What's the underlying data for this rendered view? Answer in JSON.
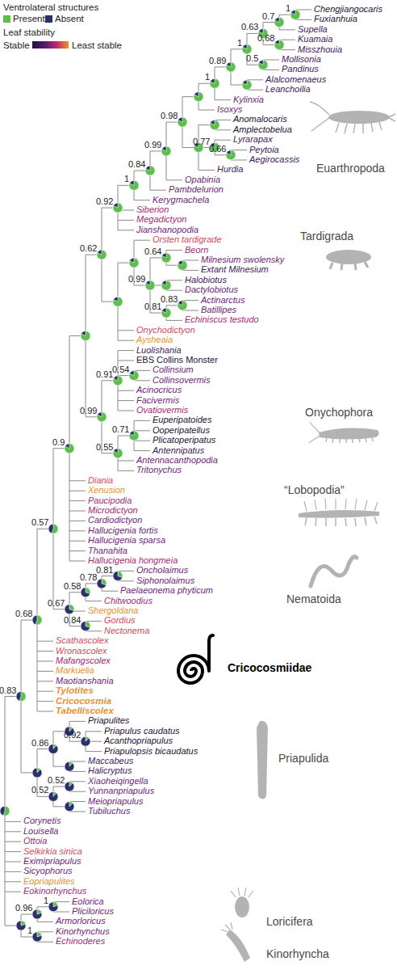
{
  "diagram": {
    "labels": [
      "Ventrolateral structures",
      "Leaf stability",
      "Stable",
      "Least stable",
      "Chengjiangocaris",
      "Fuxianhuia",
      "Supella",
      "Kuamaia",
      "Misszhouia",
      "Mollisonia",
      "Pandinus",
      "Alalcomenaeus",
      "Leanchoilia",
      "Kylinxia",
      "Isoxys",
      "Anomalocaris",
      "Amplectobelua",
      "Lyrarapax",
      "Peytoia",
      "Aegirocassis",
      "Hurdia",
      "Opabinia",
      "Pambdelurion",
      "Kerygmachela",
      "Siberion",
      "Megadictyon",
      "Jianshanopodia",
      "Orsten tardigrade",
      "Beorn",
      "Milnesium swolensky",
      "Extant Milnesium",
      "Halobiotus",
      "Dactylobiotus",
      "Actinarctus",
      "Batillipes",
      "Echiniscus testudo",
      "Onychodictyon",
      "Aysheaia",
      "Luolishania",
      "EBS Collins Monster",
      "Collinsium",
      "Collinsovermis",
      "Acinocricus",
      "Facivermis",
      "Ovatiovermis",
      "Euperipatoides",
      "Ooperipatellus",
      "Plicatoperipatus",
      "Antennipatus",
      "Antennacanthopodia",
      "Tritonychus",
      "Diania",
      "Xenusion",
      "Paucipodia",
      "Microdictyon",
      "Cardiodictyon",
      "Hallucigenia fortis",
      "Hallucigenia sparsa",
      "Thanahita",
      "Hallucigenia hongmeia",
      "Oncholaimus",
      "Siphonolaimus",
      "Paelaeonema phyticum",
      "Chitwoodius",
      "Shergoldana",
      "Gordius",
      "Nectonema",
      "Scathascolex",
      "Wronascolex",
      "Mafangscolex",
      "Markuelia",
      "Maotianshania",
      "Tylotites",
      "Cricocosmia",
      "Tabelliscolex",
      "Priapulites",
      "Priapulus caudatus",
      "Acanthopriapulus",
      "Priapulopsis bicaudatus",
      "Maccabeus",
      "Halicryptus",
      "Xiaoheiqingella",
      "Yunnanpriapulus",
      "Meiopriapulus",
      "Tubiluchus",
      "Corynetis",
      "Louisella",
      "Ottoia",
      "Selkirkia sinica",
      "Eximipriapulus",
      "Sicyophorus",
      "Eopriapulites",
      "Eokinorhynchus",
      "Eolorica",
      "Pliciloricus",
      "Armorloricus",
      "Kinorhynchus",
      "Echinoderes",
      "Euarthropoda",
      "Tardigrada",
      "Onychophora",
      "“Lobopodia”",
      "Nematoida",
      "Cricocosmiidae",
      "Priapulida",
      "Loricifera",
      "Kinorhyncha",
      "0.7",
      "1",
      "0.63",
      "0.68",
      "1",
      "0.5",
      "0.89",
      "1",
      "0.77",
      "0.98",
      "0.66",
      "0.99",
      "0.84",
      "1",
      "0.92",
      "0.64",
      "0.99",
      "0.62",
      "0.83",
      "0.81",
      "0.54",
      "0.91",
      "0.71",
      "0.55",
      "0.99",
      "0.9",
      "0.57",
      "0.81",
      "0.78",
      "0.58",
      "0.67",
      "0.84",
      "0.68",
      "0.83",
      "0.92",
      "0.86",
      "0.52",
      "0.52",
      "0.96",
      "1",
      "1"
    ],
    "legend": [
      {
        "text": "Present",
        "color": "#5cbf4a"
      },
      {
        "text": "Absent",
        "color": "#2b2f6b"
      }
    ]
  }
}
